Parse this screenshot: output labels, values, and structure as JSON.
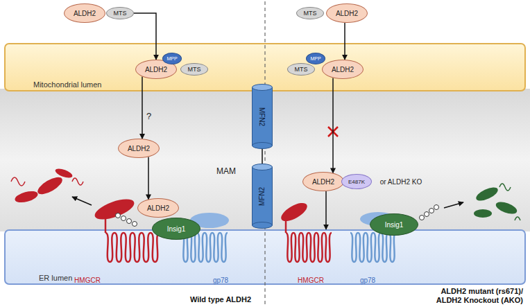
{
  "diagram": {
    "nodes": [
      {
        "text": [
          "Mitochondrial lumen"
        ]
      },
      {
        "text": [
          "ER lumen"
        ]
      },
      {
        "text": [
          "ALDH2"
        ]
      },
      {
        "text": [
          "MTS"
        ]
      },
      {
        "text": [
          "ALDH2"
        ],
        "in": 0
      },
      {
        "text": [
          "MPP"
        ],
        "in": 0
      },
      {
        "text": [
          "MTS"
        ],
        "in": 0
      },
      {
        "text": [
          "ALDH2"
        ]
      },
      {
        "text": [
          "ALDH2"
        ]
      },
      {
        "text": [
          "Insig1"
        ]
      },
      {
        "text": [
          "MFN2"
        ]
      },
      {
        "text": [
          "MFN2"
        ]
      },
      {
        "text": [
          "MTS"
        ]
      },
      {
        "text": [
          "ALDH2"
        ]
      },
      {
        "text": [
          "MTS"
        ],
        "in": 0
      },
      {
        "text": [
          "MPP"
        ],
        "in": 0
      },
      {
        "text": [
          "ALDH2"
        ],
        "in": 0
      },
      {
        "text": [
          "ALDH2"
        ]
      },
      {
        "text": [
          "E487K"
        ]
      },
      {
        "text": [
          "Insig1"
        ]
      }
    ],
    "edges": [
      {
        "from": 3,
        "to": 4,
        "arrow": "to"
      },
      {
        "from": 4,
        "to": 7,
        "label": "?",
        "arrow": "to"
      },
      {
        "from": 7,
        "to": 8,
        "arrow": "to"
      },
      {
        "from": 13,
        "to": 16,
        "arrow": "to"
      },
      {
        "from": 16,
        "to": 17,
        "arrow": "to"
      },
      {
        "from": 17,
        "to": 1,
        "arrow": "to"
      },
      {
        "from": 10,
        "to": 11,
        "arrow": "none"
      }
    ],
    "labels": [
      "MAM",
      "HMGCR",
      "gp78",
      "or ALDH2 KO",
      "HMGCR",
      "gp78",
      "Wild type ALDH2",
      "ALDH2 mutant (rs671)/ ALDH2 Knockout (AKO)"
    ]
  }
}
